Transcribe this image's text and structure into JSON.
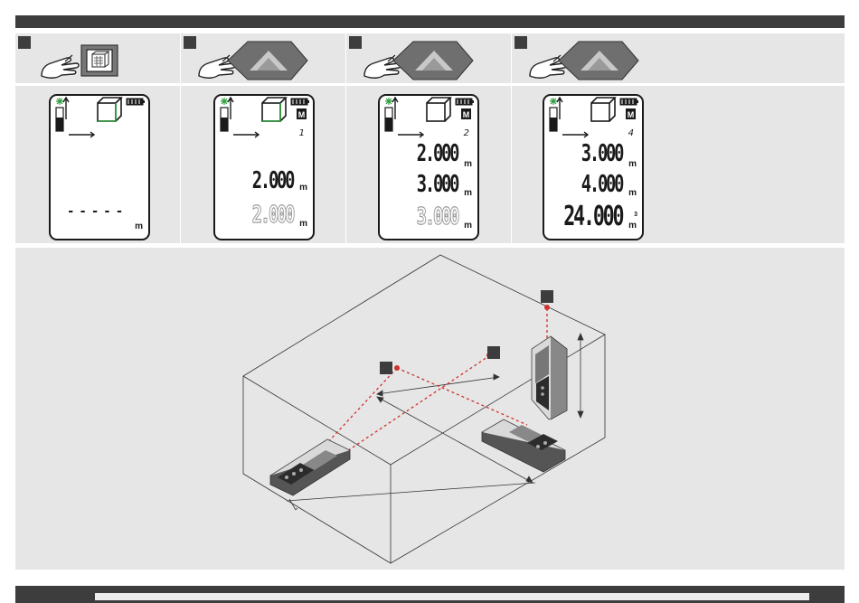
{
  "steps": [
    {
      "icon": "finger-press-volume-key-icon",
      "memory_index": "",
      "dashes": "-----",
      "unit_bottom": "m",
      "values": []
    },
    {
      "icon": "finger-press-measure-key-icon",
      "memory_index": "1",
      "values": [
        {
          "text": "2.000",
          "unit": "m",
          "ghost": false
        },
        {
          "text": "2.000",
          "unit": "m",
          "ghost": true
        }
      ]
    },
    {
      "icon": "finger-press-measure-key-icon",
      "memory_index": "2",
      "values": [
        {
          "text": "2.000",
          "unit": "m",
          "ghost": false
        },
        {
          "text": "3.000",
          "unit": "m",
          "ghost": false
        },
        {
          "text": "3.000",
          "unit": "m",
          "ghost": true
        }
      ]
    },
    {
      "icon": "finger-press-measure-key-icon",
      "memory_index": "4",
      "values": [
        {
          "text": "3.000",
          "unit": "m",
          "ghost": false
        },
        {
          "text": "4.000",
          "unit": "m",
          "ghost": false
        },
        {
          "text": "24.000",
          "unit": "m",
          "ghost": false,
          "superscript": "3"
        }
      ]
    }
  ],
  "lcd_indicators": {
    "memory_label": "M"
  },
  "colors": {
    "bar": "#3d3d3d",
    "panel": "#e6e6e6",
    "laser": "#d0312d",
    "lcd_green": "#2e9e3e"
  }
}
